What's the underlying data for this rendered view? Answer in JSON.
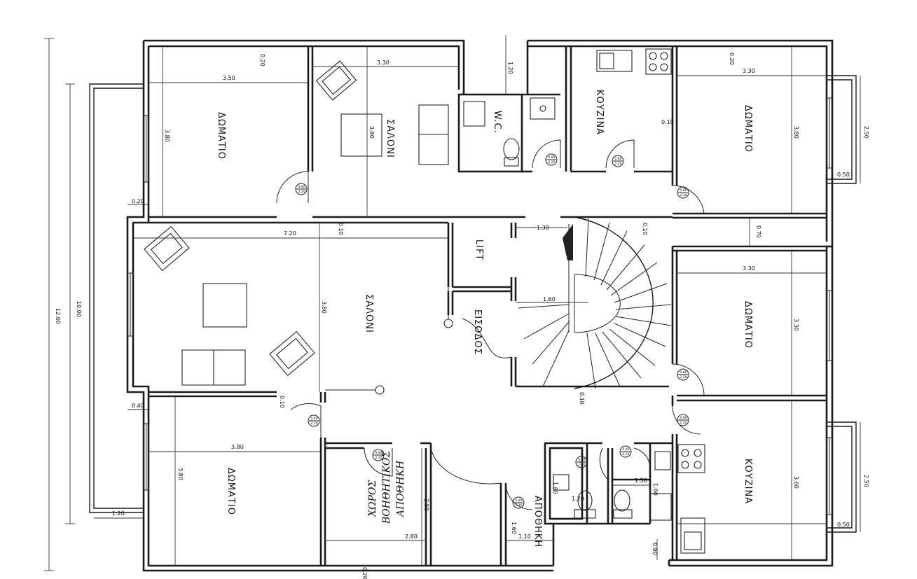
{
  "rooms": {
    "room_top_left": "ΔΩΜΑΤΙΟ",
    "salon_top": "ΣΑΛΟΝΙ",
    "wc": "W.C.",
    "kitchen_top": "ΚΟΥΖΙΝΑ",
    "room_top_right": "ΔΩΜΑΤΙΟ",
    "salon_main": "ΣΑΛΟΝΙ",
    "lift": "LIFT",
    "entrance": "ΕΙΣΟΔΟΣ",
    "room_mid_right": "ΔΩΜΑΤΙΟ",
    "room_bottom_left": "ΔΩΜΑΤΙΟ",
    "storage": "ΑΠΟΘΗΚΗ",
    "kitchen_bottom": "ΚΟΥΖΙΝΑ",
    "helper_line1": "ΧΩΡΟΣ",
    "helper_line2": "ΒΟΗΘΗΤΙΚΟΣ",
    "helper_line3": "ΑΠΟΘΗΚΗ"
  },
  "dims": {
    "d_020_a": "0.20",
    "d_330_a": "3.30",
    "d_350": "3.50",
    "d_380_a": "3.80",
    "d_380_b": "3.80",
    "d_120_a": "1.20",
    "d_020_b": "0.20",
    "d_330_b": "3.30",
    "d_010_a": "0.10",
    "d_380_c": "3.80",
    "d_250_a": "2.50",
    "d_050_a": "0.50",
    "d_020_c": "0.20",
    "d_010_b": "0.10",
    "d_720": "7.20",
    "d_130": "1.30",
    "d_010_c": "0.10",
    "d_070": "0.70",
    "d_380_d": "3.80",
    "d_160_a": "1.60",
    "d_330_c": "3.30",
    "d_330_d": "3.30",
    "d_1200": "12.00",
    "d_1000": "10.00",
    "d_040": "0.40",
    "d_010_d": "0.10",
    "d_010_e": "0.10",
    "d_380_e": "3.80",
    "d_380_f": "3.80",
    "d_120_b": "1.20",
    "d_250_b": "2.50",
    "d_280": "2.80",
    "d_160_b": "1.60",
    "d_160_c": "1.60",
    "d_120_c": "1.20",
    "d_150": "1.50",
    "d_160_d": "1.60",
    "d_110": "1.10",
    "d_020_d": "0.20",
    "d_360": "3.60",
    "d_250_c": "2.50",
    "d_050_b": "0.50",
    "d_090": "0.90"
  },
  "door_badge": {
    "top": "0.80",
    "bottom": "2.20"
  }
}
